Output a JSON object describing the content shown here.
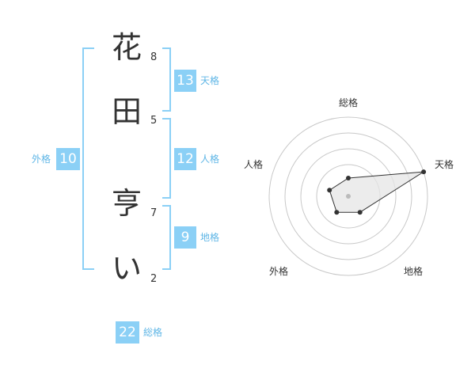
{
  "name": {
    "chars": [
      {
        "char": "花",
        "strokes": "8"
      },
      {
        "char": "田",
        "strokes": "5"
      },
      {
        "char": "亨",
        "strokes": "7"
      },
      {
        "char": "い",
        "strokes": "2"
      }
    ]
  },
  "fortune": {
    "tenkaku": {
      "value": "13",
      "label": "天格"
    },
    "jinkaku": {
      "value": "12",
      "label": "人格"
    },
    "chikaku": {
      "value": "9",
      "label": "地格"
    },
    "gaikaku": {
      "value": "10",
      "label": "外格"
    },
    "soukaku": {
      "value": "22",
      "label": "総格"
    }
  },
  "radar": {
    "axis_labels": [
      "総格",
      "天格",
      "地格",
      "外格",
      "人格"
    ],
    "scores": [
      0.23,
      1.0,
      0.25,
      0.25,
      0.25
    ],
    "colors": {
      "grid": "#c8c8c8",
      "fill": "#e6e6e6",
      "line": "#333333",
      "center": "#bbbbbb"
    }
  },
  "colors": {
    "accent": "#8bd0f6",
    "accent_text": "#5fb6e6",
    "bracket": "#8bd0f6"
  }
}
